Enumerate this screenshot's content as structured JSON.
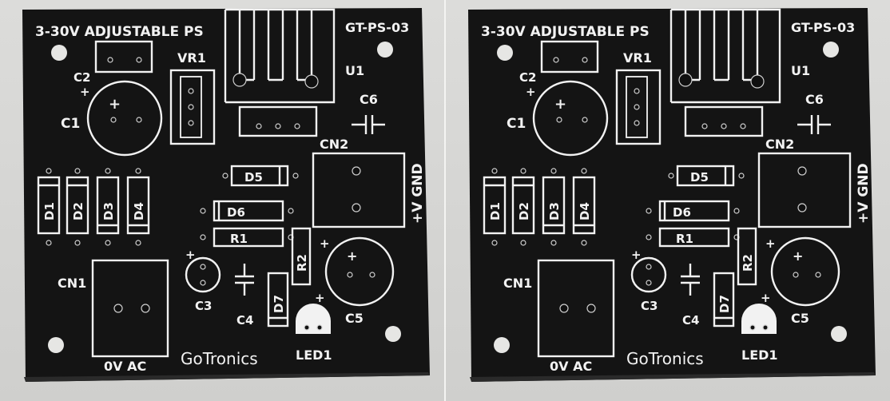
{
  "board": {
    "title": "3-30V ADJUSTABLE PS",
    "code": "GT-PS-03",
    "brand": "GoTronics",
    "connector_in_label": "0V  AC",
    "connector_out_label": "+V GND",
    "refs": {
      "c1": "C1",
      "c2": "C2",
      "c3": "C3",
      "c4": "C4",
      "c5": "C5",
      "c6": "C6",
      "vr1": "VR1",
      "u1": "U1",
      "cn1": "CN1",
      "cn2": "CN2",
      "d1": "D1",
      "d2": "D2",
      "d3": "D3",
      "d4": "D4",
      "d5": "D5",
      "d6": "D6",
      "d7": "D7",
      "r1": "R1",
      "r2": "R2",
      "led1": "LED1"
    }
  },
  "colors": {
    "board": "#141414",
    "silkscreen": "#f2f2f2",
    "background": "#d8d8d6"
  }
}
